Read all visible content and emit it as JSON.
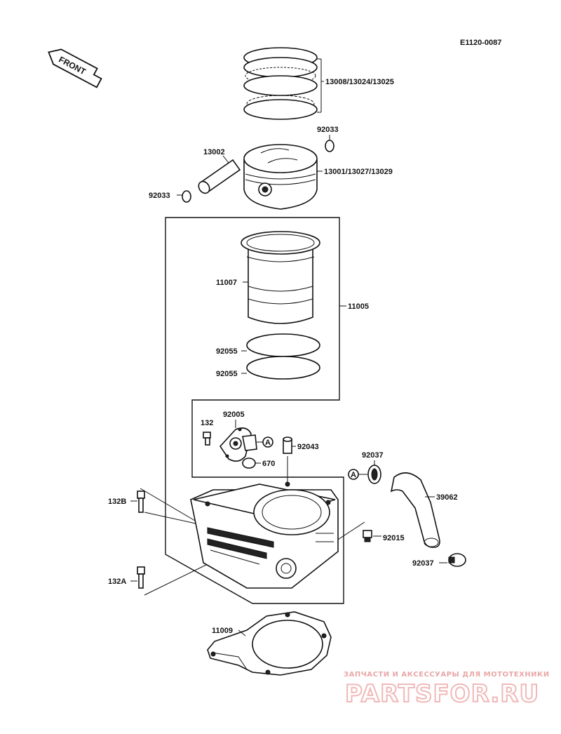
{
  "diagram": {
    "ref_code": "E1120-0087",
    "front_label": "FRONT",
    "callouts": [
      {
        "id": "c-13008",
        "text": "13008/13024/13025"
      },
      {
        "id": "c-92033a",
        "text": "92033"
      },
      {
        "id": "c-13002",
        "text": "13002"
      },
      {
        "id": "c-13001",
        "text": "13001/13027/13029"
      },
      {
        "id": "c-92033b",
        "text": "92033"
      },
      {
        "id": "c-11007",
        "text": "11007"
      },
      {
        "id": "c-11005",
        "text": "11005"
      },
      {
        "id": "c-92055a",
        "text": "92055"
      },
      {
        "id": "c-92055b",
        "text": "92055"
      },
      {
        "id": "c-92005",
        "text": "92005"
      },
      {
        "id": "c-132",
        "text": "132"
      },
      {
        "id": "c-a1",
        "text": "A"
      },
      {
        "id": "c-92043",
        "text": "92043"
      },
      {
        "id": "c-670",
        "text": "670"
      },
      {
        "id": "c-92037a",
        "text": "92037"
      },
      {
        "id": "c-a2",
        "text": "A"
      },
      {
        "id": "c-39062",
        "text": "39062"
      },
      {
        "id": "c-132b",
        "text": "132B"
      },
      {
        "id": "c-92015",
        "text": "92015"
      },
      {
        "id": "c-92037b",
        "text": "92037"
      },
      {
        "id": "c-132a",
        "text": "132A"
      },
      {
        "id": "c-11009",
        "text": "11009"
      }
    ]
  },
  "watermark": {
    "tagline": "ЗАПЧАСТИ И АКСЕССУАРЫ ДЛЯ МОТОТЕХНИКИ",
    "brand": "PARTSFOR.RU"
  }
}
